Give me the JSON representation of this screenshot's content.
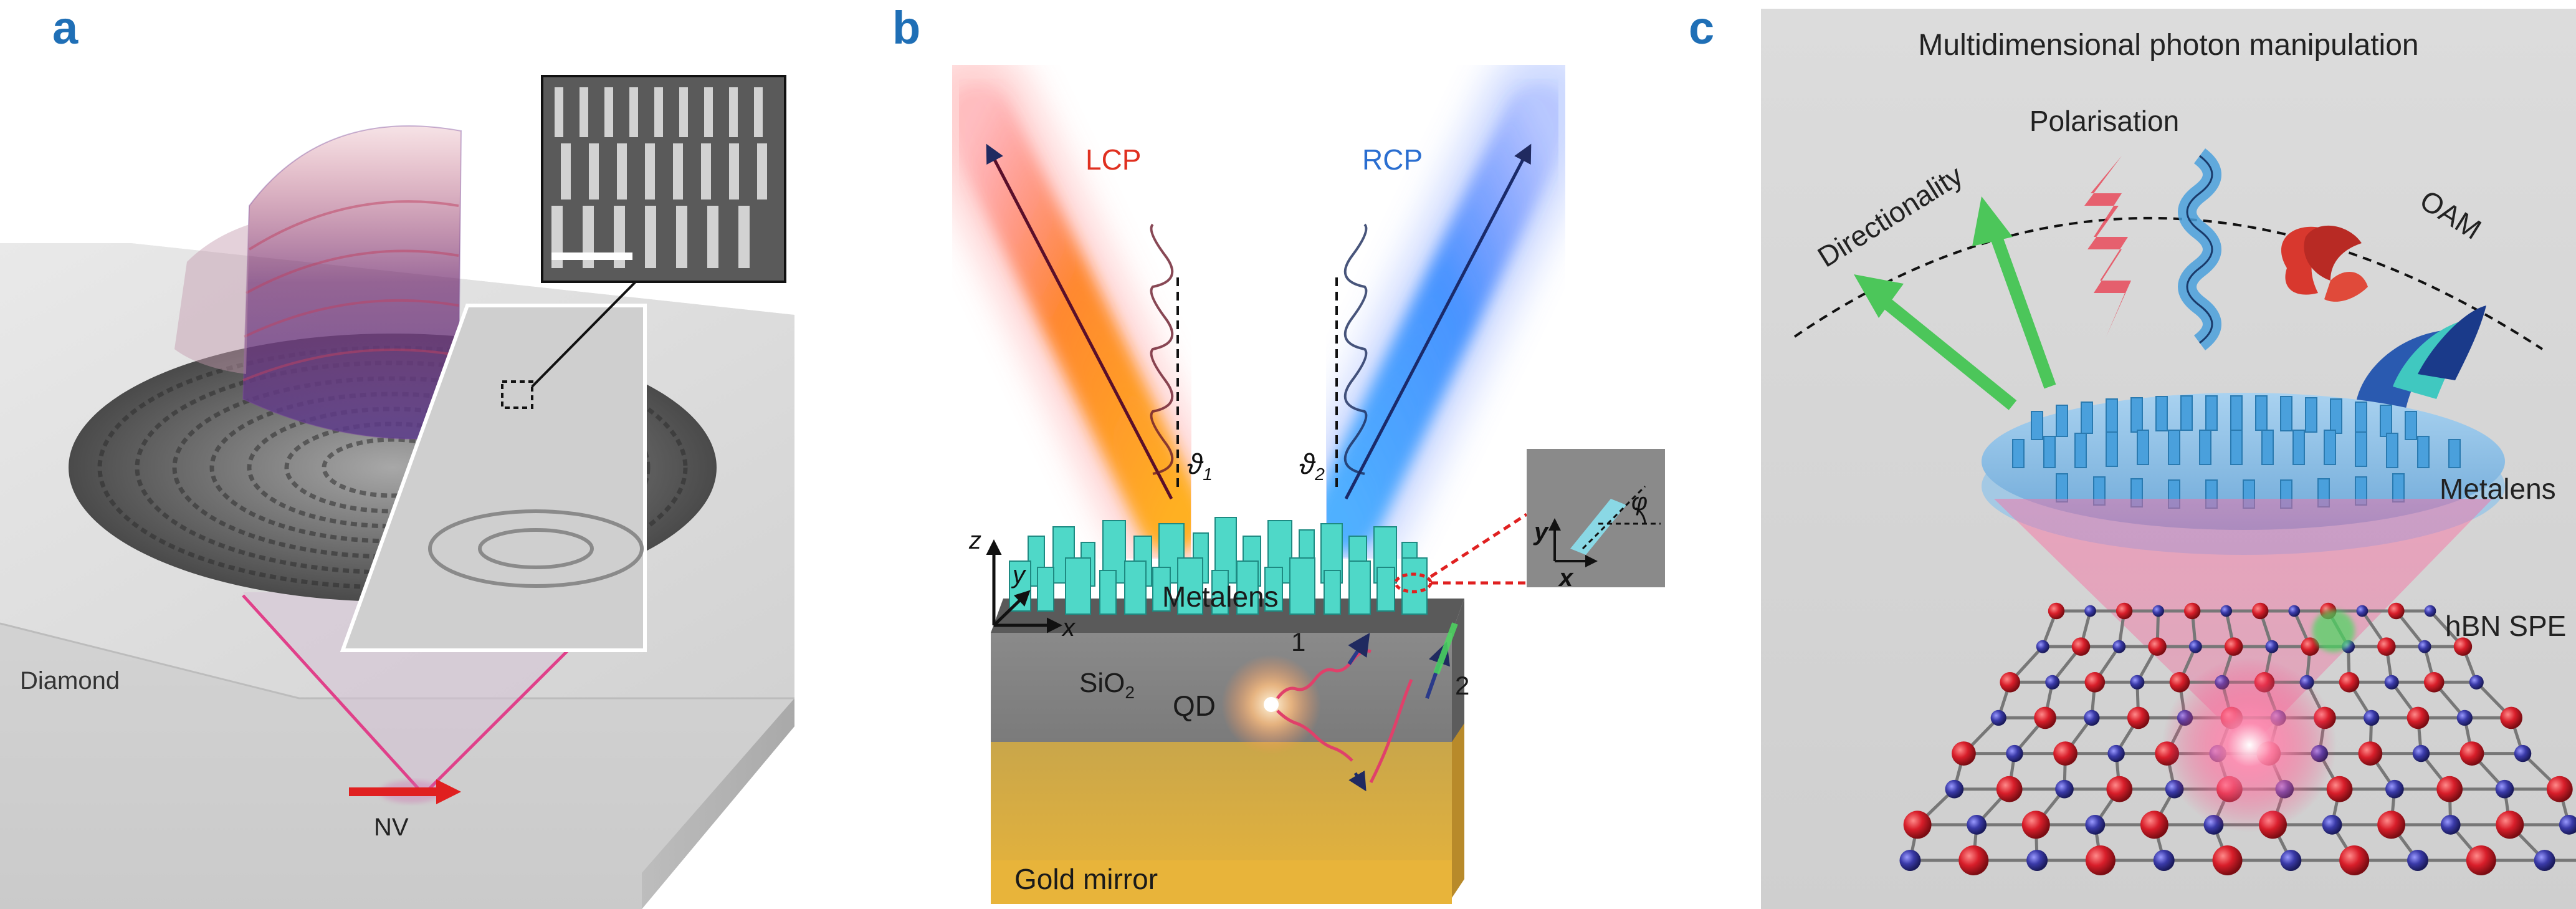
{
  "panels": {
    "a": {
      "letter": "a",
      "labels": {
        "substrate": "Diamond",
        "emitter": "NV"
      }
    },
    "b": {
      "letter": "b",
      "labels": {
        "lcp": "LCP",
        "rcp": "RCP",
        "theta1_base": "ϑ",
        "theta1_sub": "1",
        "theta2_base": "ϑ",
        "theta2_sub": "2",
        "phi": "φ",
        "axis_z": "z",
        "axis_y": "y",
        "axis_x": "x",
        "inset_y": "y",
        "inset_x": "x",
        "metalens": "Metalens",
        "sio2_base": "SiO",
        "sio2_sub": "2",
        "qd": "QD",
        "path1": "1",
        "path2": "2",
        "mirror": "Gold mirror"
      },
      "colors": {
        "lcp": "#e03020",
        "rcp": "#2a6ed0",
        "mirror": "#e6b63a"
      }
    },
    "c": {
      "letter": "c",
      "labels": {
        "title": "Multidimensional photon manipulation",
        "polarisation": "Polarisation",
        "directionality": "Directionality",
        "oam": "OAM",
        "metalens": "Metalens",
        "emitter": "hBN SPE"
      },
      "colors": {
        "arrow": "#4cc65a",
        "lens": "#6fb4e8",
        "boron": "#3a3aa8",
        "nitrogen": "#d81e2a"
      }
    }
  }
}
